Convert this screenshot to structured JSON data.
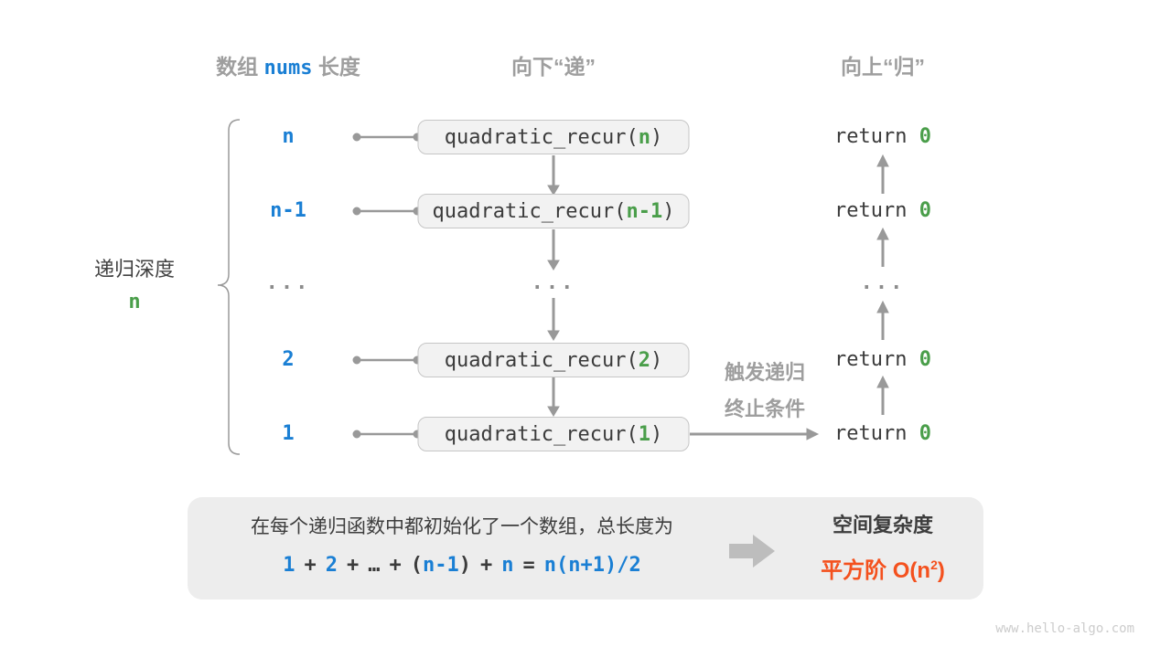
{
  "headers": {
    "length_col": {
      "prefix": "数组 ",
      "code": "nums",
      "suffix": " 长度"
    },
    "down_col": "向下“递”",
    "up_col": "向上“归”"
  },
  "depth": {
    "label": "递归深度",
    "value": "n"
  },
  "rows": [
    {
      "length": "n",
      "arg": "n"
    },
    {
      "length": "n-1",
      "arg": "n-1"
    },
    {
      "ellipsis": "..."
    },
    {
      "length": "2",
      "arg": "2"
    },
    {
      "length": "1",
      "arg": "1"
    }
  ],
  "code": {
    "call_prefix": "quadratic_recur(",
    "call_suffix": ")",
    "return_prefix": "return ",
    "return_value": "0"
  },
  "base_case": {
    "line1": "触发递归",
    "line2": "终止条件"
  },
  "panel": {
    "line1": "在每个递归函数中都初始化了一个数组，总长度为",
    "formula": {
      "n1": "1",
      "p1": "+",
      "n2": "2",
      "p2": "+",
      "dots": "…",
      "p3": "+",
      "lp": "(",
      "n3": "n-1",
      "rp": ")",
      "p4": "+",
      "n4": "n",
      "eq": "=",
      "result": "n(n+1)/2"
    },
    "result_label": "空间复杂度",
    "result_value": "平方阶 O(n",
    "result_sup": "2",
    "result_close": ")"
  },
  "watermark": "www.hello-algo.com",
  "colors": {
    "blue": "#1a7fd4",
    "green": "#4a9e4a",
    "orange": "#f4511e",
    "gray-text": "#9e9e9e",
    "dark-text": "#3b3b3b",
    "line-gray": "#999999",
    "panel-bg": "#ededed",
    "box-bg": "#f2f2f2",
    "box-border": "#c6c6c6",
    "watermark-gray": "#cccccc"
  }
}
